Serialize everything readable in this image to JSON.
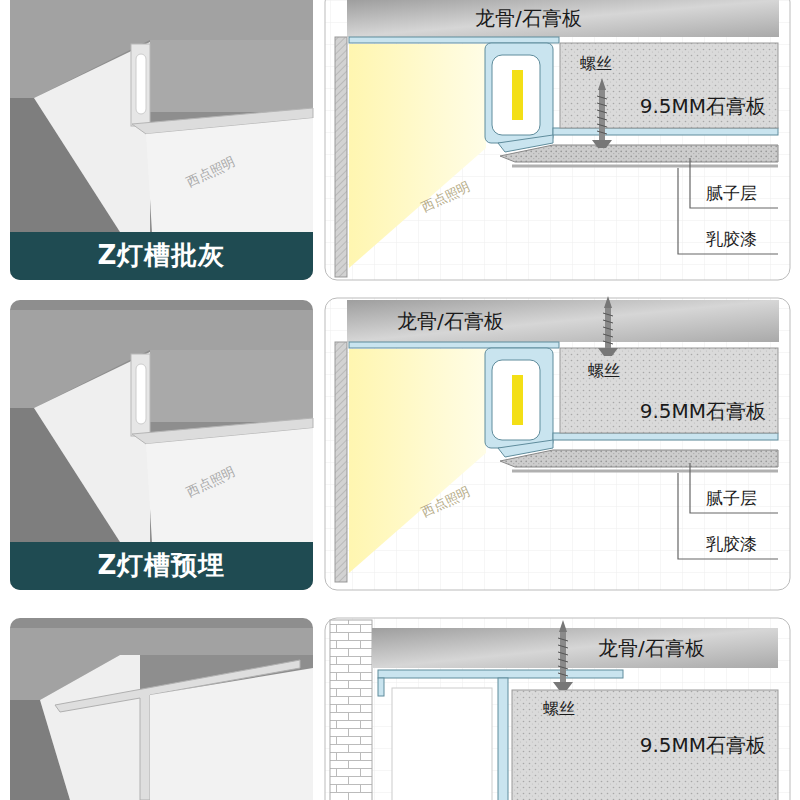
{
  "diagram": {
    "nodes": [
      {
        "text": [
          "Z灯槽批灰"
        ]
      },
      {
        "text": [
          "龙骨/石膏板"
        ]
      },
      {
        "text": [
          "9.5MM石膏板"
        ]
      },
      {
        "text": [
          "Z灯槽预埋"
        ]
      },
      {
        "text": [
          "龙骨/石膏板"
        ]
      },
      {
        "text": [
          "9.5MM石膏板"
        ]
      },
      {
        "text": [
          "龙骨/石膏板"
        ]
      },
      {
        "text": [
          "9.5MM石膏板"
        ]
      }
    ],
    "labels": [
      "螺丝",
      "腻子层",
      "乳胶漆",
      "螺丝",
      "腻子层",
      "乳胶漆",
      "螺丝",
      "西点照明",
      "西点照明",
      "西点照明",
      "西点照明"
    ]
  }
}
